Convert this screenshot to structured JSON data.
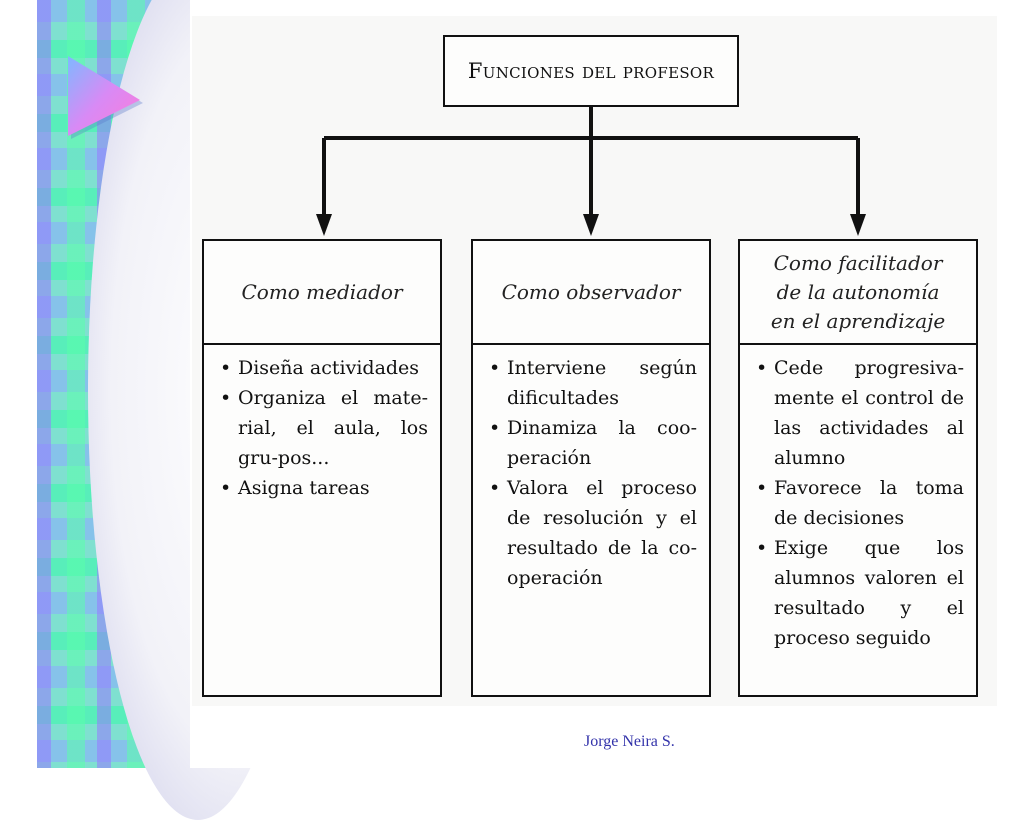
{
  "diagram": {
    "root": "Funciones del profesor",
    "columns": [
      {
        "heading_lines": [
          "Como mediador"
        ],
        "items": [
          "Diseña actividades",
          "Organiza el mate-rial, el aula, los gru-pos...",
          "Asigna tareas"
        ]
      },
      {
        "heading_lines": [
          "Como observador"
        ],
        "items": [
          "Interviene según dificultades",
          "Dinamiza la coo-peración",
          "Valora el proceso de resolución y el resultado de la co-operación"
        ]
      },
      {
        "heading_lines": [
          "Como facilitador",
          "de la autonomía",
          "en el aprendizaje"
        ],
        "items": [
          "Cede progresiva-mente el control de las actividades al alumno",
          "Favorece la toma de decisiones",
          "Exige que los alumnos valoren el resultado y el proceso seguido"
        ]
      }
    ]
  },
  "footer": {
    "author": "Jorge Neira S."
  },
  "decor": {
    "triangle_icon": "play-triangle-icon",
    "colors": {
      "band": "#7fe0d0",
      "triangle": "#e07af0",
      "text": "#111111",
      "footer": "#3333aa"
    }
  }
}
